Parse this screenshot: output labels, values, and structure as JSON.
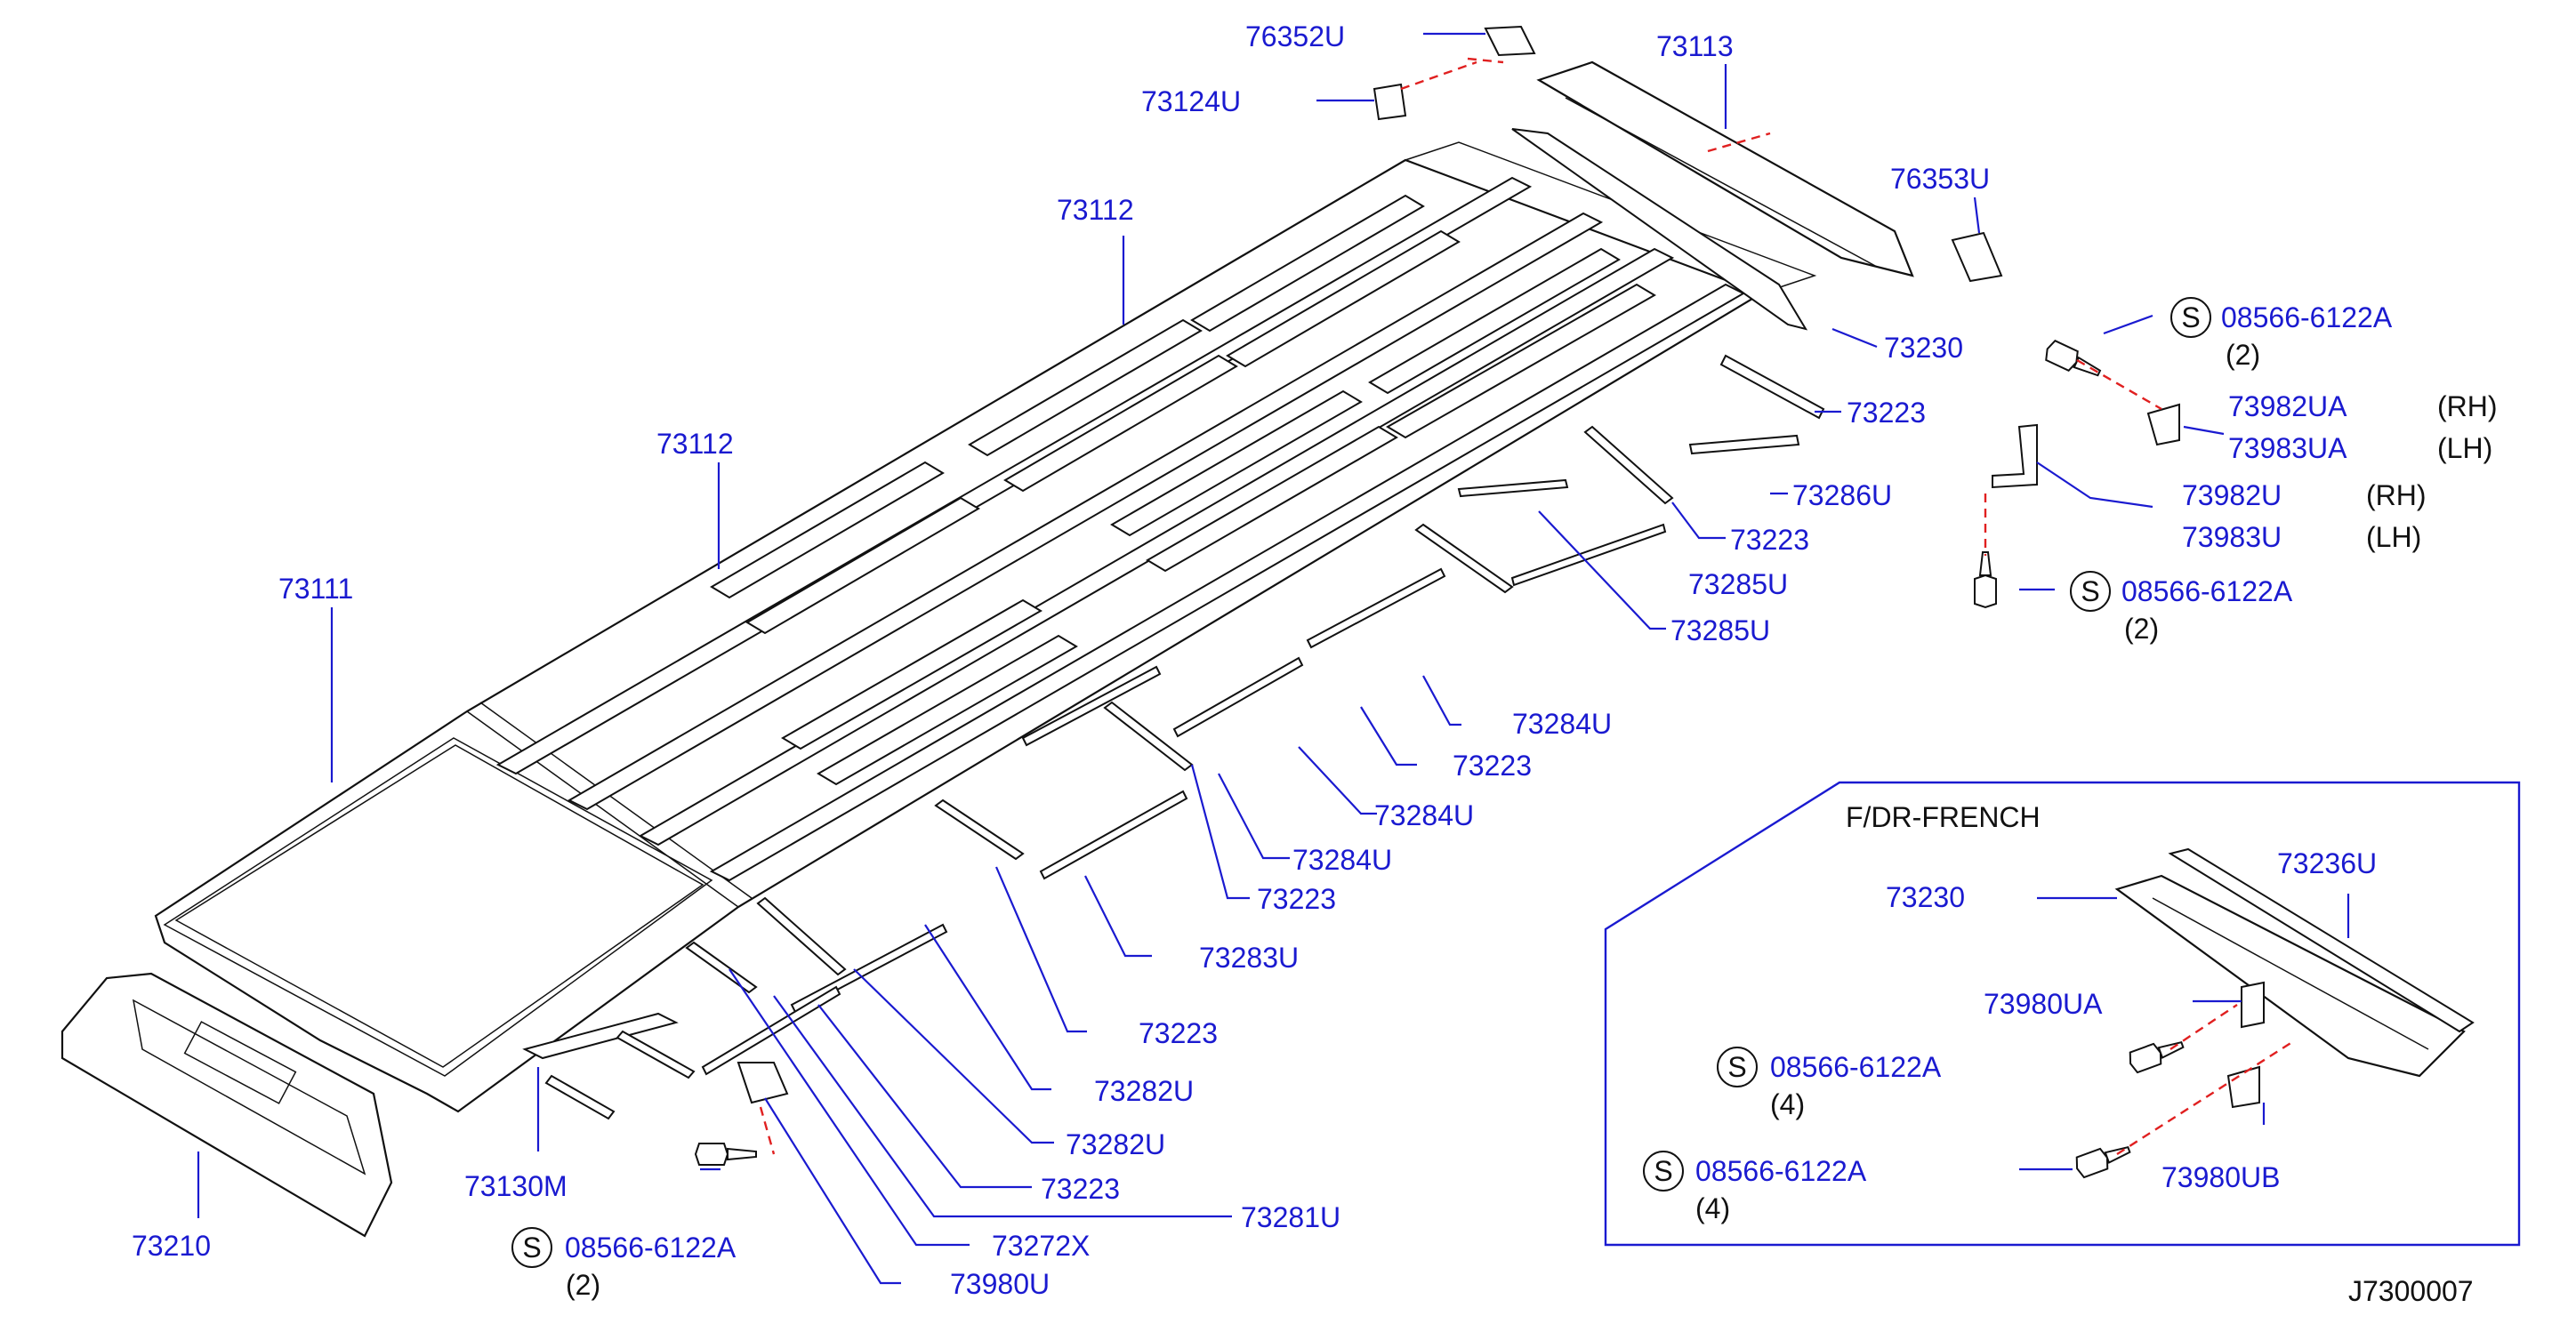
{
  "diagram_id": "J7300007",
  "callouts": [
    {
      "key": "c76352U",
      "text": "76352U"
    },
    {
      "key": "c73124U",
      "text": "73124U"
    },
    {
      "key": "c73113",
      "text": "73113"
    },
    {
      "key": "c76353U",
      "text": "76353U"
    },
    {
      "key": "c73112a",
      "text": "73112"
    },
    {
      "key": "c73230",
      "text": "73230"
    },
    {
      "key": "c73112b",
      "text": "73112"
    },
    {
      "key": "c73223a",
      "text": "73223"
    },
    {
      "key": "c73286U",
      "text": "73286U"
    },
    {
      "key": "c73111",
      "text": "73111"
    },
    {
      "key": "c73223b",
      "text": "73223"
    },
    {
      "key": "c73285Ua",
      "text": "73285U"
    },
    {
      "key": "c73285Ub",
      "text": "73285U"
    },
    {
      "key": "c73284Ua",
      "text": "73284U"
    },
    {
      "key": "c73223c",
      "text": "73223"
    },
    {
      "key": "c73284Ub",
      "text": "73284U"
    },
    {
      "key": "c73284Uc",
      "text": "73284U"
    },
    {
      "key": "c73223d",
      "text": "73223"
    },
    {
      "key": "c73283U",
      "text": "73283U"
    },
    {
      "key": "c73223e",
      "text": "73223"
    },
    {
      "key": "c73282Ua",
      "text": "73282U"
    },
    {
      "key": "c73282Ub",
      "text": "73282U"
    },
    {
      "key": "c73223f",
      "text": "73223"
    },
    {
      "key": "c73281U",
      "text": "73281U"
    },
    {
      "key": "c73272X",
      "text": "73272X"
    },
    {
      "key": "c73980U",
      "text": "73980U"
    },
    {
      "key": "c73130M",
      "text": "73130M"
    },
    {
      "key": "c73210",
      "text": "73210"
    }
  ],
  "fasteners": [
    {
      "part": "08566-6122A",
      "qty": "(2)"
    },
    {
      "part": "08566-6122A",
      "qty": "(2)"
    },
    {
      "part": "08566-6122A",
      "qty": "(2)"
    },
    {
      "part": "08566-6122A",
      "qty": "(4)"
    },
    {
      "part": "08566-6122A",
      "qty": "(4)"
    }
  ],
  "symbol_s": "S",
  "brackets": [
    {
      "part": "73982UA",
      "side": "(RH)"
    },
    {
      "part": "73983UA",
      "side": "(LH)"
    },
    {
      "part": "73982U",
      "side": "(RH)"
    },
    {
      "part": "73983U",
      "side": "(LH)"
    }
  ],
  "inset": {
    "title": "F/DR-FRENCH",
    "labels": [
      "73230",
      "73236U",
      "73980UA",
      "73980UB"
    ]
  }
}
